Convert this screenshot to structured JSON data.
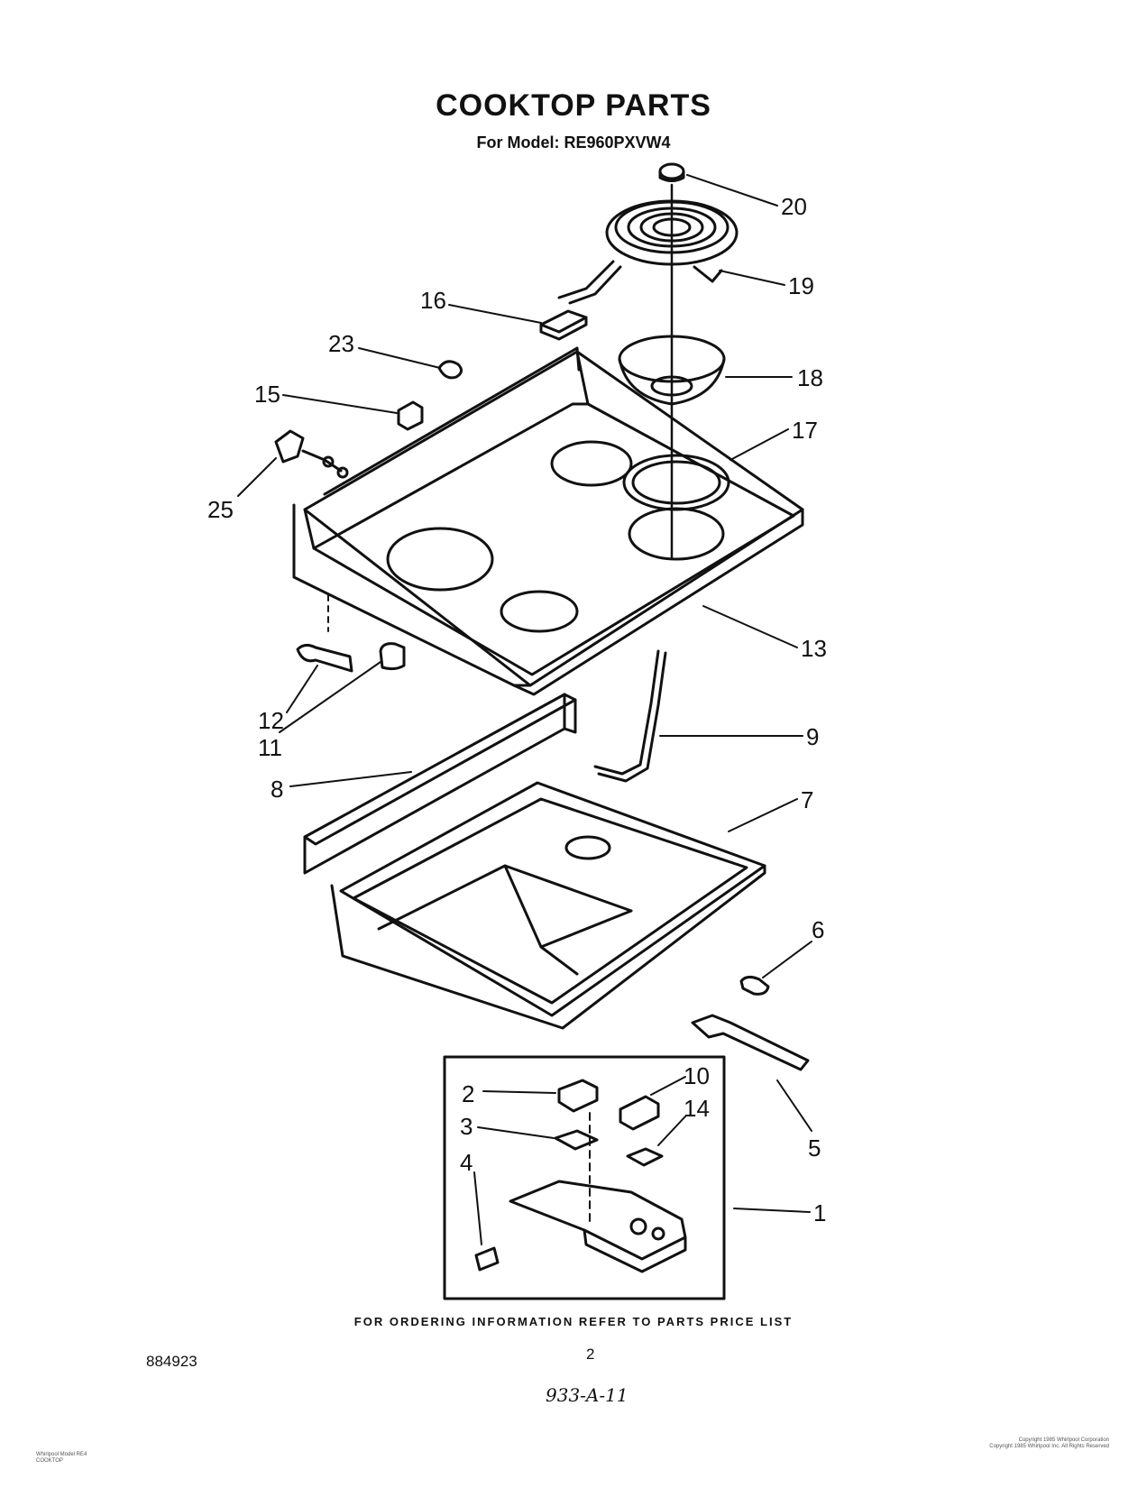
{
  "header": {
    "title": "COOKTOP PARTS",
    "model_line": "For Model: RE960PXVW4"
  },
  "callouts": [
    {
      "id": "20",
      "label": "20"
    },
    {
      "id": "19",
      "label": "19"
    },
    {
      "id": "16",
      "label": "16"
    },
    {
      "id": "23",
      "label": "23"
    },
    {
      "id": "18",
      "label": "18"
    },
    {
      "id": "15",
      "label": "15"
    },
    {
      "id": "17",
      "label": "17"
    },
    {
      "id": "25",
      "label": "25"
    },
    {
      "id": "13",
      "label": "13"
    },
    {
      "id": "12",
      "label": "12"
    },
    {
      "id": "11",
      "label": "11"
    },
    {
      "id": "9",
      "label": "9"
    },
    {
      "id": "8",
      "label": "8"
    },
    {
      "id": "7",
      "label": "7"
    },
    {
      "id": "6",
      "label": "6"
    },
    {
      "id": "5",
      "label": "5"
    },
    {
      "id": "2",
      "label": "2"
    },
    {
      "id": "10",
      "label": "10"
    },
    {
      "id": "14",
      "label": "14"
    },
    {
      "id": "3",
      "label": "3"
    },
    {
      "id": "4",
      "label": "4"
    },
    {
      "id": "1",
      "label": "1"
    }
  ],
  "footer": {
    "ordering_note": "FOR ORDERING INFORMATION REFER TO PARTS PRICE LIST",
    "doc_number": "884923",
    "page_number": "2",
    "handwritten_code": "933-A-11"
  },
  "fine_print": {
    "left": "Whirlpool Model RE4\nCOOKTOP",
    "right": "Copyright 1985 Whirlpool Corporation\nCopyright 1985 Whirlpool Inc. All Rights Reserved"
  }
}
